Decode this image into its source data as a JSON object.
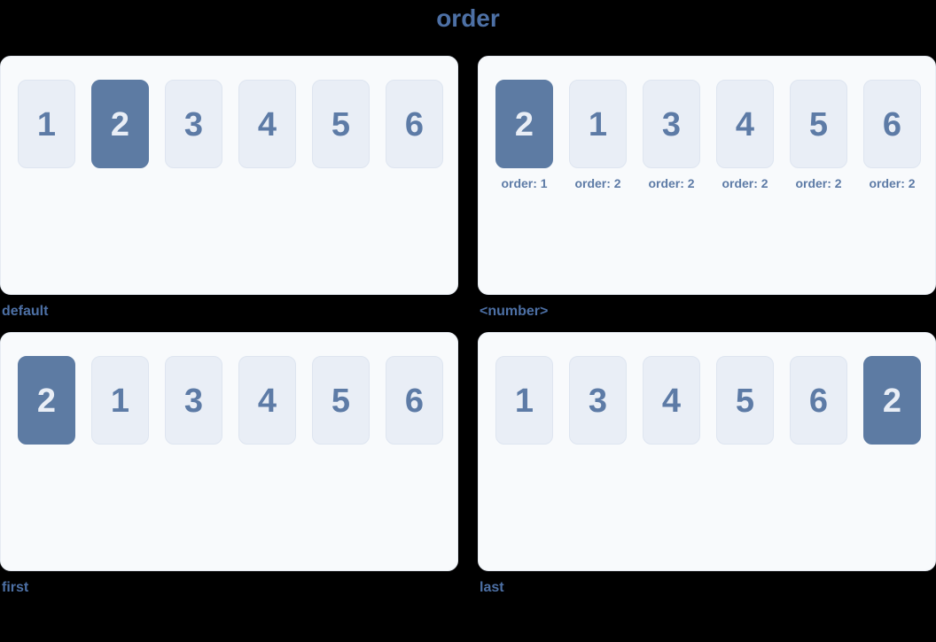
{
  "page": {
    "title": "order"
  },
  "colors": {
    "page_bg": "#000000",
    "accent_text": "#4d70a5",
    "panel_bg": "#f8fafc",
    "panel_border": "#e6ebf2",
    "box_bg": "#e9eef6",
    "box_border": "#dee5f0",
    "box_text": "#5d7ba6",
    "box_highlight_bg": "#5d7ba3",
    "box_highlight_text": "#e9eef6"
  },
  "panels": [
    {
      "label": "default",
      "items": [
        {
          "value": "1",
          "highlight": false
        },
        {
          "value": "2",
          "highlight": true
        },
        {
          "value": "3",
          "highlight": false
        },
        {
          "value": "4",
          "highlight": false
        },
        {
          "value": "5",
          "highlight": false
        },
        {
          "value": "6",
          "highlight": false
        }
      ]
    },
    {
      "label": "<number>",
      "items": [
        {
          "value": "2",
          "highlight": true,
          "caption": "order: 1"
        },
        {
          "value": "1",
          "highlight": false,
          "caption": "order: 2"
        },
        {
          "value": "3",
          "highlight": false,
          "caption": "order: 2"
        },
        {
          "value": "4",
          "highlight": false,
          "caption": "order: 2"
        },
        {
          "value": "5",
          "highlight": false,
          "caption": "order: 2"
        },
        {
          "value": "6",
          "highlight": false,
          "caption": "order: 2"
        }
      ]
    },
    {
      "label": "first",
      "items": [
        {
          "value": "2",
          "highlight": true
        },
        {
          "value": "1",
          "highlight": false
        },
        {
          "value": "3",
          "highlight": false
        },
        {
          "value": "4",
          "highlight": false
        },
        {
          "value": "5",
          "highlight": false
        },
        {
          "value": "6",
          "highlight": false
        }
      ]
    },
    {
      "label": "last",
      "items": [
        {
          "value": "1",
          "highlight": false
        },
        {
          "value": "3",
          "highlight": false
        },
        {
          "value": "4",
          "highlight": false
        },
        {
          "value": "5",
          "highlight": false
        },
        {
          "value": "6",
          "highlight": false
        },
        {
          "value": "2",
          "highlight": true
        }
      ]
    }
  ]
}
